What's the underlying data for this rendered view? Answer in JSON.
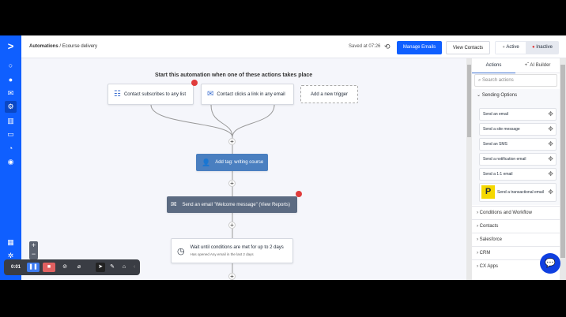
{
  "header": {
    "breadcrumb_root": "Automations",
    "breadcrumb_sep": "/",
    "breadcrumb_current": "Ecourse delivery",
    "saved": "Saved at 07:26",
    "manage_emails": "Manage Emails",
    "view_contacts": "View Contacts",
    "active": "Active",
    "inactive": "Inactive"
  },
  "canvas": {
    "heading": "Start this automation when one of these actions takes place",
    "triggers": [
      "Contact subscribes to any list",
      "Contact clicks a link in any email",
      "Add a new trigger"
    ],
    "tag_node": "Add tag: writing course",
    "email_node": "Send an email \"Welcome message\" (View Reports)",
    "wait_title": "Wait until conditions are met for up to 2 days",
    "wait_sub": "Has opened Any email in the last 2 days",
    "plus": "+",
    "zoom_in": "+",
    "zoom_out": "−"
  },
  "panel": {
    "tab_actions": "Actions",
    "tab_ai": "AI Builder",
    "search_placeholder": "Search actions",
    "sending_options": "Sending Options",
    "actions": [
      "Send an email",
      "Send a site message",
      "Send an SMS",
      "Send a notification email",
      "Send a 1:1 email",
      "Send a transactional email"
    ],
    "sections": [
      "Conditions and Workflow",
      "Contacts",
      "Salesforce",
      "CRM",
      "CX Apps"
    ]
  },
  "toolbar": {
    "timer": "0:01"
  },
  "colors": {
    "brand": "#0f5fff",
    "tag_node": "#4a7fc0",
    "email_node": "#5c6b82",
    "inactive_dot": "#e03c3c"
  }
}
